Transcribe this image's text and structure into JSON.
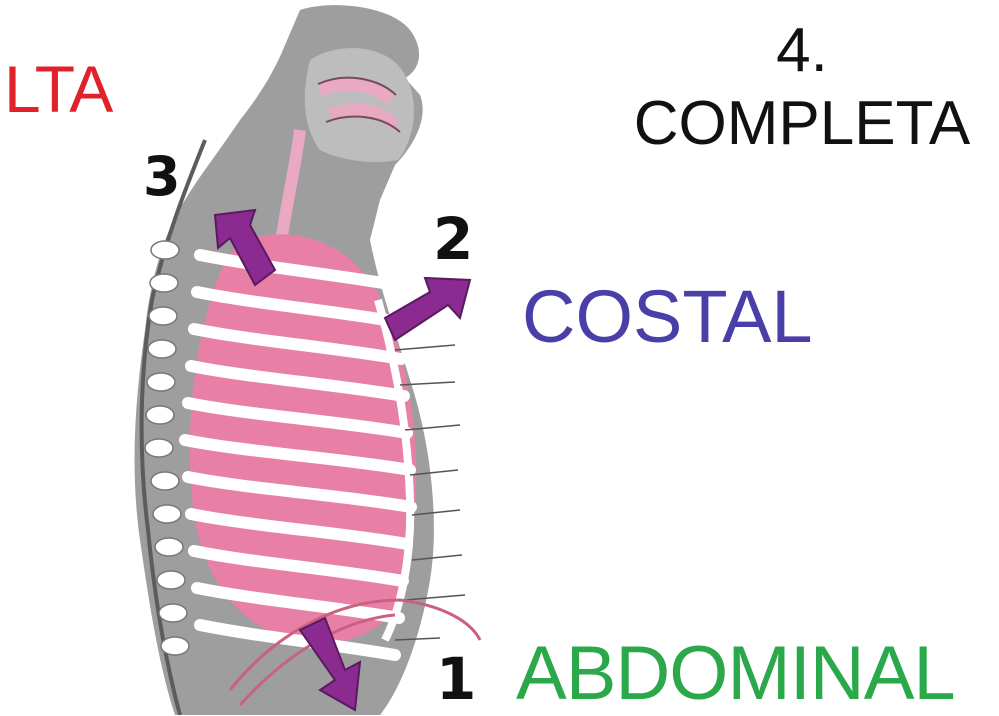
{
  "labels": {
    "alta": "LTA",
    "title_line1": "4.",
    "title_line2": "COMPLETA",
    "costal": "COSTAL",
    "abdominal": "ABDOMINAL"
  },
  "numbers": {
    "n1": "1",
    "n2": "2",
    "n3": "3"
  },
  "colors": {
    "alta": "#e0222a",
    "title": "#111111",
    "costal": "#4a3fa8",
    "abdominal": "#2aa84a",
    "arrow": "#8b2b91",
    "body": "#9e9e9e",
    "lung": "#e87fa6",
    "rib": "#ffffff"
  }
}
